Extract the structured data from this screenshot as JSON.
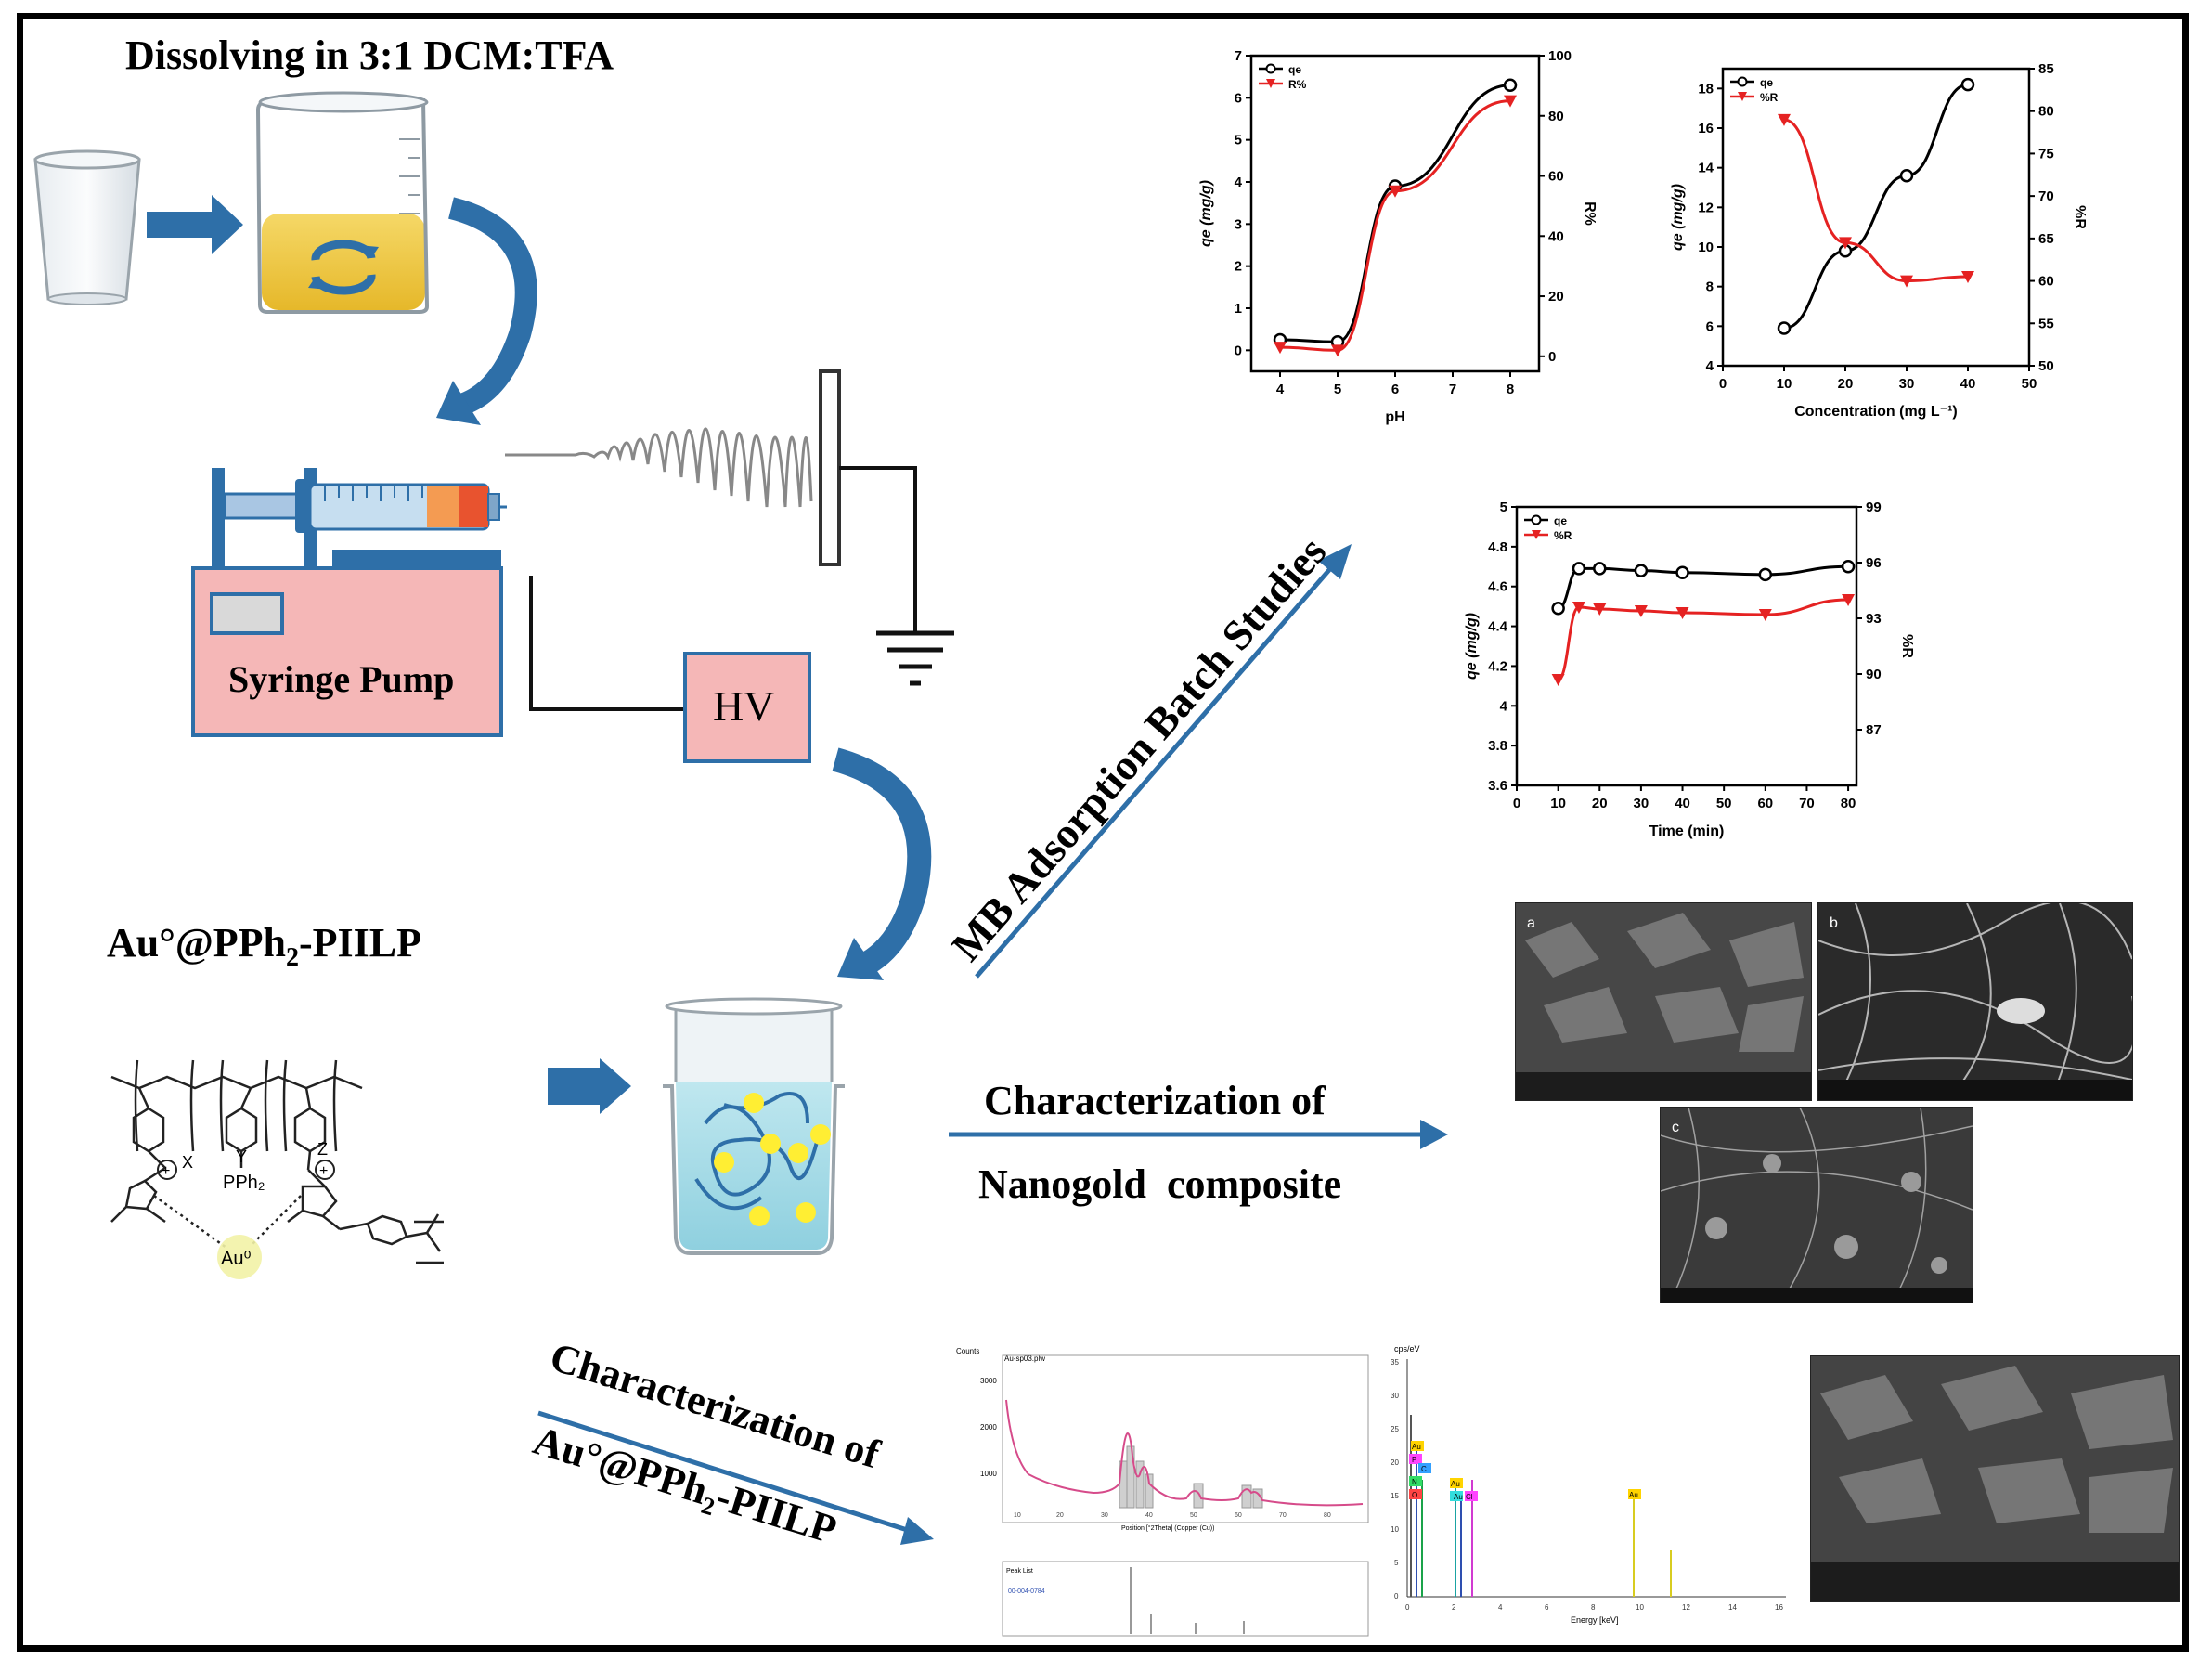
{
  "title": "Dissolving in 3:1 DCM:TFA",
  "syringe_pump_label": "Syringe Pump",
  "hv_label": "HV",
  "polymer_label_main": "Au°@PPh",
  "polymer_label_sub": "2",
  "polymer_label_tail": "-PIILP",
  "structure": {
    "x": "X",
    "y": "Y",
    "z": "Z",
    "pph2": "PPh₂",
    "au": "Au⁰",
    "plus": "+"
  },
  "arrow_mb": "MB Adsorption Batch Studies",
  "arrow_nano_line1": "Characterization of",
  "arrow_nano_line2": "Nanogold  composite",
  "arrow_char_line1": "Characterization of",
  "arrow_char_line2": "Au°@PPh₂-PIILP",
  "colors": {
    "arrow_blue": "#2e6fa8",
    "pump_pink": "#f5b7b7",
    "red": "#e52222"
  },
  "chart_data": [
    {
      "type": "line",
      "xlabel": "pH",
      "ylabel": "qe (mg/g)",
      "y2label": "R%",
      "xlim": [
        3.5,
        8.5
      ],
      "xticks": [
        4,
        5,
        6,
        7,
        8
      ],
      "ylim": [
        -0.5,
        7
      ],
      "yticks": [
        0,
        1,
        2,
        3,
        4,
        5,
        6,
        7
      ],
      "y2lim": [
        -5,
        100
      ],
      "y2ticks": [
        0,
        20,
        40,
        60,
        80,
        100
      ],
      "series": [
        {
          "name": "qe",
          "axis": "left",
          "color": "#000000",
          "x": [
            4,
            5,
            6,
            8
          ],
          "values": [
            0.25,
            0.2,
            3.9,
            6.3
          ]
        },
        {
          "name": "R%",
          "axis": "right",
          "color": "#e52222",
          "x": [
            4,
            5,
            6,
            8
          ],
          "values": [
            3,
            2,
            55,
            85
          ]
        }
      ],
      "legend": "top-left"
    },
    {
      "type": "line",
      "xlabel": "Concentration (mg L⁻¹)",
      "ylabel": "qe (mg/g)",
      "y2label": "%R",
      "xlim": [
        0,
        50
      ],
      "xticks": [
        0,
        10,
        20,
        30,
        40,
        50
      ],
      "ylim": [
        4,
        19
      ],
      "yticks": [
        4,
        6,
        8,
        10,
        12,
        14,
        16,
        18
      ],
      "y2lim": [
        50,
        85
      ],
      "y2ticks": [
        50,
        55,
        60,
        65,
        70,
        75,
        80,
        85
      ],
      "series": [
        {
          "name": "qe",
          "axis": "left",
          "color": "#000000",
          "x": [
            10,
            20,
            30,
            40
          ],
          "values": [
            5.9,
            9.8,
            13.6,
            18.2
          ]
        },
        {
          "name": "%R",
          "axis": "right",
          "color": "#e52222",
          "x": [
            10,
            20,
            30,
            40
          ],
          "values": [
            79,
            64.5,
            60,
            60.5
          ]
        }
      ],
      "legend": "top-left"
    },
    {
      "type": "line",
      "xlabel": "Time (min)",
      "ylabel": "qe (mg/g)",
      "y2label": "%R",
      "xlim": [
        0,
        82
      ],
      "xticks": [
        0,
        10,
        20,
        30,
        40,
        50,
        60,
        70,
        80
      ],
      "ylim": [
        3.6,
        5.0
      ],
      "yticks": [
        3.6,
        3.8,
        4.0,
        4.2,
        4.4,
        4.6,
        4.8,
        5.0
      ],
      "y2lim": [
        84,
        99
      ],
      "y2ticks": [
        87,
        90,
        93,
        96,
        99
      ],
      "series": [
        {
          "name": "qe",
          "axis": "left",
          "color": "#000000",
          "x": [
            10,
            15,
            20,
            30,
            40,
            60,
            80
          ],
          "values": [
            4.49,
            4.69,
            4.69,
            4.68,
            4.67,
            4.66,
            4.7
          ]
        },
        {
          "name": "%R",
          "axis": "right",
          "color": "#e52222",
          "x": [
            10,
            15,
            20,
            30,
            40,
            60,
            80
          ],
          "values": [
            89.7,
            93.6,
            93.5,
            93.4,
            93.3,
            93.2,
            94
          ]
        }
      ],
      "legend": "top-left"
    }
  ],
  "xrd": {
    "title": "Au-sp03.plw",
    "ylabel": "Counts",
    "xlabel": "Position [°2Theta] (Copper (Cu))",
    "yticks": [
      "3000",
      "2000",
      "1000"
    ],
    "xticks": [
      "10",
      "20",
      "30",
      "40",
      "50",
      "60",
      "70",
      "80"
    ],
    "peaklist": "Peak List",
    "ref": "00-004-0784"
  },
  "eds": {
    "ylabel": "cps/eV",
    "xlabel": "Energy [keV]",
    "yticks": [
      "35",
      "30",
      "25",
      "20",
      "15",
      "10",
      "5",
      "0"
    ],
    "xticks": [
      "0",
      "2",
      "4",
      "6",
      "8",
      "10",
      "12",
      "14",
      "16"
    ],
    "peaks": [
      "Au",
      "P",
      "C",
      "N",
      "O",
      "Au",
      "Au",
      "Cl",
      "Au"
    ]
  },
  "sem_labels": [
    "a",
    "b",
    "c"
  ]
}
